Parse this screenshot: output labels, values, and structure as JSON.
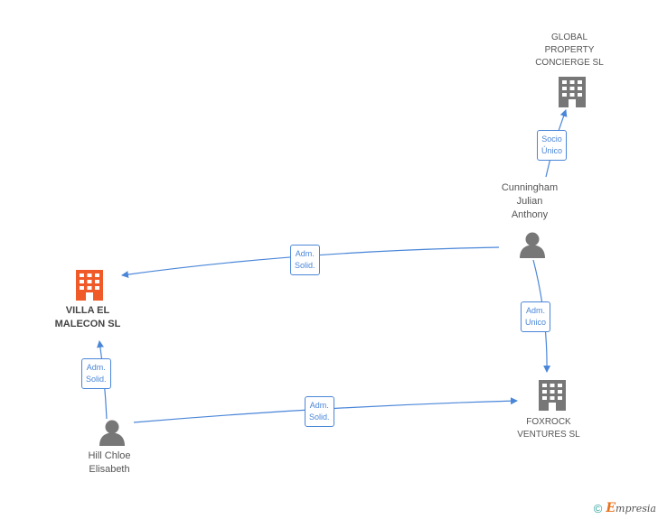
{
  "nodes": {
    "global_property": "GLOBAL\nPROPERTY\nCONCIERGE SL",
    "cunningham": "Cunningham\nJulian\nAnthony",
    "villa": "VILLA EL\nMALECON SL",
    "foxrock": "FOXROCK\nVENTURES SL",
    "hill": "Hill Chloe\nElisabeth"
  },
  "edges": {
    "socio_unico": "Socio\nÚnico",
    "adm_solid_top": "Adm.\nSolid.",
    "adm_unico": "Adm.\nUnico",
    "adm_solid_left": "Adm.\nSolid.",
    "adm_solid_bottom": "Adm.\nSolid."
  },
  "colors": {
    "edge": "#4a86d8",
    "company_icon": "#777777",
    "main_company_icon": "#f05a28",
    "person_icon": "#777777"
  },
  "footer": {
    "copyright_symbol": "©",
    "brand_initial": "E",
    "brand_rest": "mpresia"
  }
}
